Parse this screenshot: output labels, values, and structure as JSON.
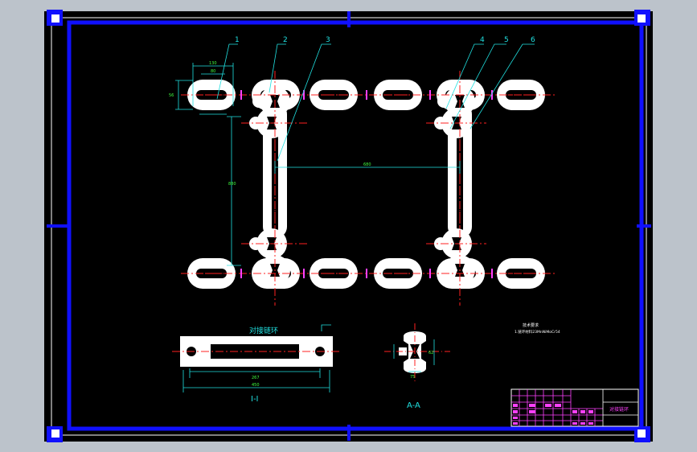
{
  "drawing": {
    "leaders": [
      "1",
      "2",
      "3",
      "4",
      "5",
      "6"
    ],
    "dimensions": {
      "link_width": "130",
      "link_inner": "80",
      "link_height": "56",
      "frame_span": "680",
      "frame_height": "880",
      "side_inner": "267",
      "side_outer": "450",
      "section_height": "62",
      "section_width": "75"
    },
    "side_view": {
      "title": "对接链环",
      "label": "I-I"
    },
    "section_view": {
      "label": "A-A"
    },
    "notes": {
      "title": "技术要求",
      "line1": "1.链环材料23MnNiMoCr54"
    },
    "title_block": {
      "name": "对接链环"
    }
  },
  "colors": {
    "canvas_background": "#000000",
    "border": "#1010ff",
    "outer_frame": "#ffffff",
    "chain_fill": "#ffffff",
    "center_line": "#ff2020",
    "dimension": "#20e0e0",
    "leader": "#20e0e0",
    "title_block_lines": "#ff40ff",
    "text_green": "#40ff40",
    "window_background": "#bcc3cb"
  }
}
